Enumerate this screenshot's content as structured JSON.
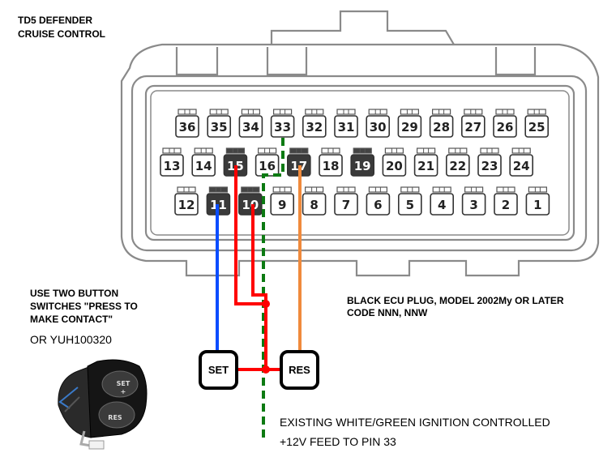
{
  "title": {
    "line1": "TD5 DEFENDER",
    "line2": "CRUISE CONTROL"
  },
  "connector": {
    "description_line1": "BLACK ECU PLUG, MODEL 2002My OR LATER",
    "description_line2": "CODE NNN, NNW",
    "row_top_pins": [
      "36",
      "35",
      "34",
      "33",
      "32",
      "31",
      "30",
      "29",
      "28",
      "27",
      "26",
      "25"
    ],
    "row_mid_pins": [
      "13",
      "14",
      "15",
      "16",
      "17",
      "18",
      "19",
      "20",
      "21",
      "22",
      "23",
      "24"
    ],
    "row_bottom_pins": [
      "12",
      "11",
      "10",
      "9",
      "8",
      "7",
      "6",
      "5",
      "4",
      "3",
      "2",
      "1"
    ]
  },
  "instructions": {
    "line1": "USE TWO BUTTON",
    "line2": "SWITCHES \"PRESS TO",
    "line3": "MAKE CONTACT\"",
    "alt_part": "OR YUH100320"
  },
  "switches": {
    "set_label": "SET",
    "res_label": "RES"
  },
  "switch_photo": {
    "set_text": "SET",
    "set_sign": "+",
    "res_text": "RES"
  },
  "feed_note": {
    "line1": "EXISTING WHITE/GREEN IGNITION CONTROLLED",
    "line2": "+12V FEED TO PIN 33"
  },
  "wire_colors": {
    "set_wire": "#0a4dff",
    "common_wire": "#ff0000",
    "res_wire": "#f08a3c",
    "feed_wire": "#0c7a12"
  }
}
